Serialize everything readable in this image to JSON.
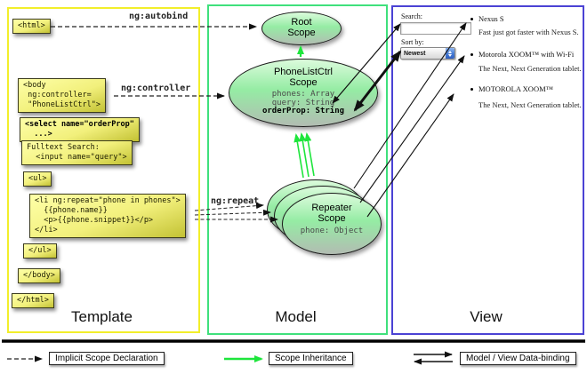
{
  "columns": {
    "template_label": "Template",
    "model_label": "Model",
    "view_label": "View"
  },
  "template": {
    "boxes": {
      "html_open": "<html>",
      "body_open": "<body\n ng:controller=\n \"PhoneListCtrl\">",
      "select": "<select name=\"orderProp\"\n  ...>",
      "fulltext": "Fulltext Search:\n  <input name=\"query\">",
      "ul_open": "<ul>",
      "li_repeat": "<li ng:repeat=\"phone in phones\">\n  {{phone.name}}\n  <p>{{phone.snippet}}</p>\n</li>",
      "ul_close": "</ul>",
      "body_close": "</body>",
      "html_close": "</html>"
    },
    "arrow_labels": {
      "autobind": "ng:autobind",
      "controller": "ng:controller",
      "repeat": "ng:repeat"
    }
  },
  "model": {
    "root_scope": {
      "title": "Root\nScope"
    },
    "phonelist_scope": {
      "title": "PhoneListCtrl\nScope",
      "prop1": "phones: Array",
      "prop2": "query: String",
      "prop3": "orderProp: String"
    },
    "repeater_scope": {
      "title": "Repeater\nScope",
      "prop": "phone: Object"
    }
  },
  "view": {
    "search_label": "Search:",
    "search_value": "",
    "sort_label": "Sort by:",
    "sort_value": "Newest",
    "items": [
      {
        "title": "Nexus S",
        "desc": "Fast just got faster with Nexus S."
      },
      {
        "title": "Motorola XOOM™ with Wi-Fi",
        "desc": "The Next, Next Generation tablet."
      },
      {
        "title": "MOTOROLA XOOM™",
        "desc": "The Next, Next Generation tablet."
      }
    ]
  },
  "legend": {
    "implicit": "Implicit Scope Declaration",
    "inheritance": "Scope Inheritance",
    "databinding": "Model / View Data-binding"
  },
  "colors": {
    "template_border": "#f2ee2a",
    "model_border": "#3fe07c",
    "view_border": "#4b42d4",
    "green_arrow": "#1ee53c"
  }
}
